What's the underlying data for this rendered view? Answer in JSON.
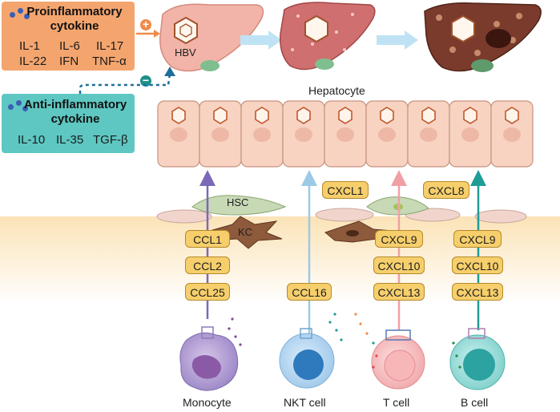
{
  "pro_box": {
    "title": "Proinflammatory cytokine",
    "row1": [
      "IL-1",
      "IL-6",
      "IL-17"
    ],
    "row2": [
      "IL-22",
      "IFN",
      "TNF-α"
    ],
    "color": "#f4a56e"
  },
  "anti_box": {
    "title": "Anti-inflammatory cytokine",
    "row1": [
      "IL-10",
      "IL-35",
      "TGF-β"
    ],
    "color": "#5ec7c2"
  },
  "signs": {
    "plus": "+",
    "minus": "−"
  },
  "liver": {
    "virus_label": "HBV"
  },
  "hepatocyte_label": "Hepatocyte",
  "stroma": {
    "hsc": "HSC",
    "kc": "KC"
  },
  "chemokines": {
    "monocyte": [
      "CCL1",
      "CCL2",
      "CCL25"
    ],
    "nkt": [
      "CCL16"
    ],
    "t_cell": [
      "CXCL1",
      "CXCL9",
      "CXCL10",
      "CXCL13"
    ],
    "b_cell": [
      "CXCL8",
      "CXCL9",
      "CXCL10",
      "CXCL13"
    ]
  },
  "cells": {
    "monocyte": "Monocyte",
    "nkt": "NKT cell",
    "t_cell": "T cell",
    "b_cell": "B cell"
  },
  "colors": {
    "chip": "#f6cf6c",
    "monocyte_arrow": "#7c68b8",
    "nkt_arrow": "#a8d3ec",
    "t_arrow": "#f3a7aa",
    "b_arrow": "#1e9c96",
    "hepatocyte": "#f8d3c2"
  }
}
